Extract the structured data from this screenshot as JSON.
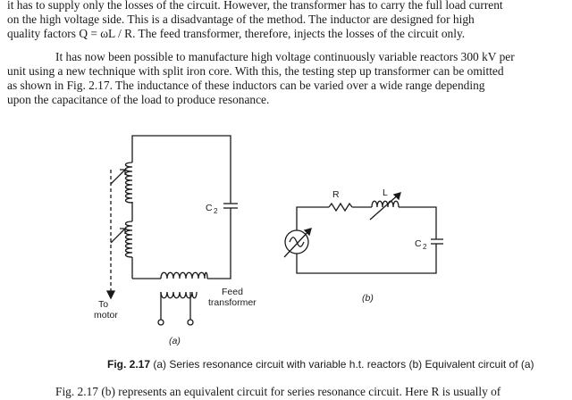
{
  "paragraph1": [
    "it has to supply only the losses of the circuit. However, the transformer has to carry the full load current",
    "on the high voltage side. This is a disadvantage of the method. The inductor are designed for high",
    "quality factors Q = ωL / R. The feed transformer, therefore, injects the losses of the circuit only."
  ],
  "paragraph2": [
    "It has now been possible to manufacture high voltage continuously variable reactors 300 kV per",
    "unit using a new technique with split iron core. With this, the testing step up transformer can be omitted",
    "as shown in Fig. 2.17. The inductance of these inductors can be varied over a wide range depending",
    "upon the capacitance of the load to produce resonance."
  ],
  "figure_a": {
    "cap_label": "C",
    "cap_sub": "2",
    "to_motor_line1": "To",
    "to_motor_line2": "motor",
    "feed_line1": "Feed",
    "feed_line2": "transformer",
    "part_label": "(a)"
  },
  "figure_b": {
    "r_label": "R",
    "l_label": "L",
    "cap_label": "C",
    "cap_sub": "2",
    "part_label": "(b)"
  },
  "caption": {
    "fig_no": "Fig. 2.17",
    "text": " (a) Series resonance circuit with variable h.t. reactors (b) Equivalent circuit of (a)"
  },
  "paragraph3": "Fig. 2.17 (b) represents an equivalent circuit for series resonance circuit. Here R is usually of"
}
